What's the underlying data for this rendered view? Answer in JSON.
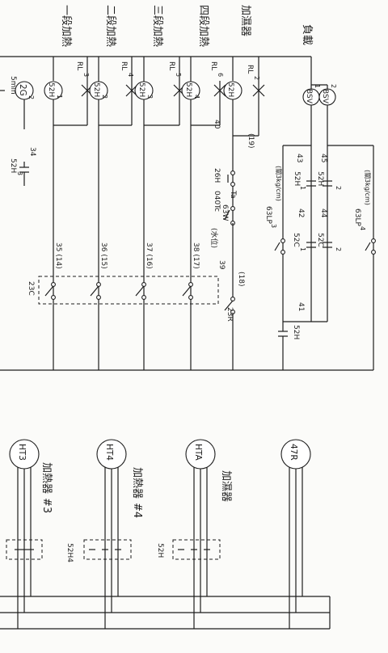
{
  "heater_labels": {
    "stage1": "一段加熱",
    "stage2": "二段加熱",
    "stage3": "三段加熱",
    "stage4": "四段加熱",
    "humidifier": "加濕器",
    "load": "負載"
  },
  "components": {
    "timer": "2G",
    "timer_sub": "2",
    "timer_setting": "5min",
    "relay_1": "52H",
    "relay_1_sub": "1",
    "relay_2": "52H",
    "relay_2_sub": "2",
    "relay_3": "52H",
    "relay_3_sub": "3",
    "relay_4": "52H",
    "relay_4_sub": "4",
    "relay_h": "52H",
    "bsv1": "BSV",
    "bsv1_sub": "1",
    "bsv2": "BSV",
    "bsv2_sub": "2"
  },
  "lamps": {
    "rl3": "RL",
    "rl3_sub": "3",
    "rl4": "RL",
    "rl4_sub": "4",
    "rl5": "RL",
    "rl5_sub": "5",
    "rl6": "RL",
    "rl6_sub": "6",
    "rl2": "RL",
    "rl2_sub": "2"
  },
  "wires": {
    "w34": "34",
    "w40": "40",
    "w19": "(19)",
    "w35": "35 (14)",
    "w36": "36 (15)",
    "w37": "37 (16)",
    "w38": "38 (17)",
    "w39": "39",
    "w18": "(18)",
    "w040": "040",
    "w41": "41",
    "w42": "42",
    "w43": "43",
    "w44": "44",
    "w45": "45"
  },
  "contacts": {
    "c52h3": "52H",
    "c52h3_sub": "3",
    "c26h": "26H",
    "water_level": "(水位)",
    "c63w": "63W",
    "tc": "Tc",
    "ta": "Ta",
    "c23c": "23C",
    "c23r": "23R",
    "c52c1": "52C",
    "c52c1_sub": "1",
    "c52c2": "52C",
    "c52c2_sub": "2",
    "c52h1": "52H",
    "c52h1_sub": "1",
    "c52h2": "52H",
    "c52h2_sub": "2",
    "c52h": "52H",
    "lp3": "63LP",
    "lp3_sub": "3",
    "lp3_note": "(關3kg/cm)",
    "lp4": "63LP",
    "lp4_sub": "4",
    "lp4_note": "(關3kg/cm)"
  },
  "lower": {
    "ht3": "HT3",
    "ht4": "HT4",
    "hta": "HTA",
    "r47": "47R",
    "heater3_label": "加熱器",
    "heater3_num": "#3",
    "heater4_label": "加熱器",
    "heater4_num": "#4",
    "humidifier_label": "加濕器",
    "k52h4": "52H4",
    "k52h": "52H"
  }
}
